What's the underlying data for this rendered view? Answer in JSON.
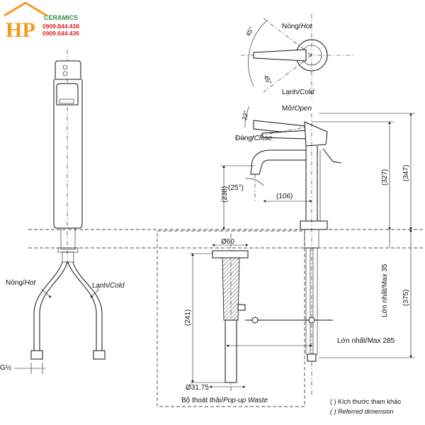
{
  "brand": {
    "logo_letters": "HP",
    "name": "CERAMICS",
    "phone1": "0909.844.438",
    "phone2": "0909.644.436",
    "colors": {
      "orange": "#f39a1e",
      "red": "#e02020",
      "green": "#2f8f3a"
    }
  },
  "labels": {
    "hot_top": "Nóng/",
    "hot_top_en": "Hot",
    "cold_top": "Lạnh/",
    "cold_top_en": "Cold",
    "angle_45a": "45°",
    "angle_45b": "45°",
    "open": "Mở/",
    "open_en": "Open",
    "close": "Đóng/",
    "close_en": "Close",
    "angle_22": "22°",
    "angle_25": "(25°)",
    "dim_106": "(106)",
    "dim_238": "(238)",
    "dim_327": "(327)",
    "dim_347": "(347)",
    "dim_375": "(375)",
    "dim_60": "Ø60",
    "dim_241": "(241)",
    "dim_31_75": "Ø31.75",
    "max35": "Lớn nhất/Max 35",
    "max285": "Lớn nhất/Max 285",
    "waste": "Bộ thoát thải/",
    "waste_en": "Pop-up Waste",
    "hot_left": "Nóng/",
    "hot_left_en": "Hot",
    "cold_left": "Lạnh/",
    "cold_left_en": "Cold",
    "g_half": "G½",
    "legend1": "(  ) Kích thước tham khảo",
    "legend2": "(  ) Referred dimension"
  }
}
